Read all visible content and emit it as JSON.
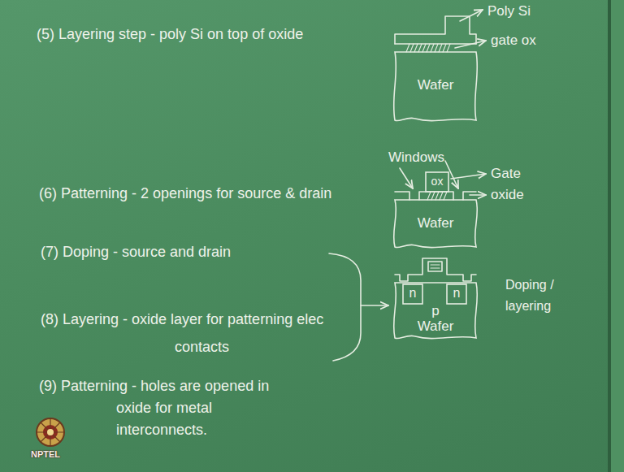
{
  "diagram": {
    "nodes": [
      {
        "text": [
          "Wafer"
        ]
      },
      {
        "text": [
          "ox"
        ]
      },
      {
        "text": [
          "Wafer"
        ]
      },
      {
        "text": [
          "p",
          "Wafer"
        ]
      },
      {
        "text": [
          "n"
        ],
        "in": 3
      },
      {
        "text": [
          "n"
        ],
        "in": 3
      }
    ],
    "labels": [
      "(5) Layering step - poly Si on top of oxide",
      "Poly Si",
      "gate ox",
      "(6) Patterning - 2 openings for source & drain",
      "Windows",
      "Gate",
      "oxide",
      "(7) Doping - source and drain",
      "(8) Layering - oxide layer for patterning elec contacts",
      "Doping / layering",
      "(9) Patterning - holes are opened in oxide for metal interconnects.",
      "NPTEL"
    ]
  }
}
